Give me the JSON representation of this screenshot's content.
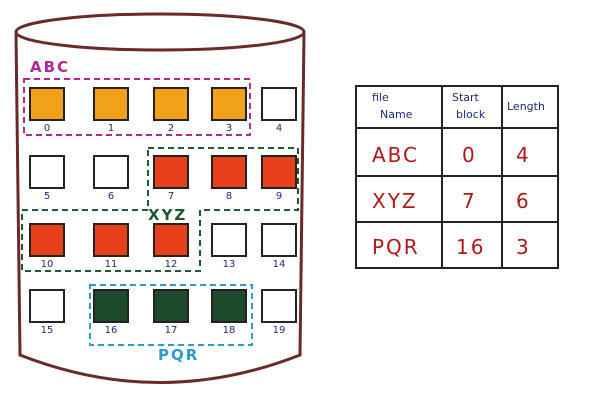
{
  "disk": {
    "colors": {
      "outline": "#6b2a2a",
      "block_border": "#222222",
      "abc_fill": "#f2a21a",
      "xyz_fill": "#e8401a",
      "pqr_fill": "#1c4a2a",
      "empty_fill": "#ffffff",
      "abc_box": "#b0279a",
      "xyz_box": "#1e5a2e",
      "pqr_box": "#2a9ad4"
    },
    "blocks": [
      {
        "n": "0",
        "file": "ABC"
      },
      {
        "n": "1",
        "file": "ABC"
      },
      {
        "n": "2",
        "file": "ABC"
      },
      {
        "n": "3",
        "file": "ABC"
      },
      {
        "n": "4",
        "file": ""
      },
      {
        "n": "5",
        "file": ""
      },
      {
        "n": "6",
        "file": ""
      },
      {
        "n": "7",
        "file": "XYZ"
      },
      {
        "n": "8",
        "file": "XYZ"
      },
      {
        "n": "9",
        "file": "XYZ"
      },
      {
        "n": "10",
        "file": "XYZ"
      },
      {
        "n": "11",
        "file": "XYZ"
      },
      {
        "n": "12",
        "file": "XYZ"
      },
      {
        "n": "13",
        "file": ""
      },
      {
        "n": "14",
        "file": ""
      },
      {
        "n": "15",
        "file": ""
      },
      {
        "n": "16",
        "file": "PQR"
      },
      {
        "n": "17",
        "file": "PQR"
      },
      {
        "n": "18",
        "file": "PQR"
      },
      {
        "n": "19",
        "file": ""
      }
    ],
    "labels": {
      "abc": "ABC",
      "xyz": "XYZ",
      "pqr": "PQR"
    }
  },
  "table": {
    "headers": {
      "file_name_line1": "file",
      "file_name_line2": "Name",
      "start_line1": "Start",
      "start_line2": "block",
      "length": "Length"
    },
    "rows": [
      {
        "name": "ABC",
        "start": "0",
        "length": "4"
      },
      {
        "name": "XYZ",
        "start": "7",
        "length": "6"
      },
      {
        "name": "PQR",
        "start": "16",
        "length": "3"
      }
    ]
  }
}
